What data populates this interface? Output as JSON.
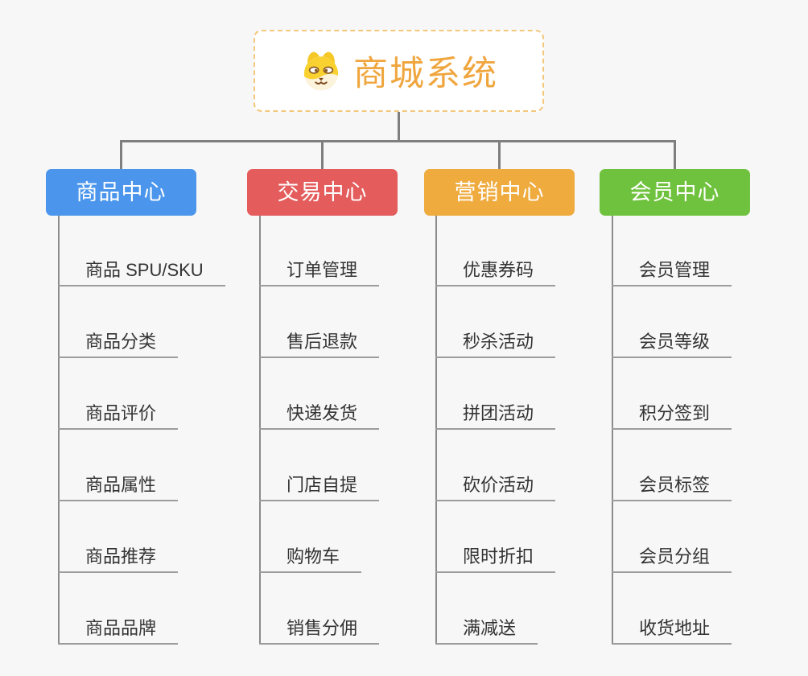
{
  "root": {
    "title": "商城系统",
    "title_color": "#f0a63e",
    "icon": "dog-icon"
  },
  "branches": [
    {
      "label": "商品中心",
      "color": "#4b96ec",
      "children": [
        "商品 SPU/SKU",
        "商品分类",
        "商品评价",
        "商品属性",
        "商品推荐",
        "商品品牌"
      ]
    },
    {
      "label": "交易中心",
      "color": "#e45c5c",
      "children": [
        "订单管理",
        "售后退款",
        "快递发货",
        "门店自提",
        "购物车",
        "销售分佣"
      ]
    },
    {
      "label": "营销中心",
      "color": "#efab3e",
      "children": [
        "优惠券码",
        "秒杀活动",
        "拼团活动",
        "砍价活动",
        "限时折扣",
        "满减送"
      ]
    },
    {
      "label": "会员中心",
      "color": "#6fc23d",
      "children": [
        "会员管理",
        "会员等级",
        "积分签到",
        "会员标签",
        "会员分组",
        "收货地址"
      ]
    }
  ],
  "connector_color": "#7f7f7f",
  "underline_color": "#9c9c9c",
  "background_color": "#f7f7f7"
}
